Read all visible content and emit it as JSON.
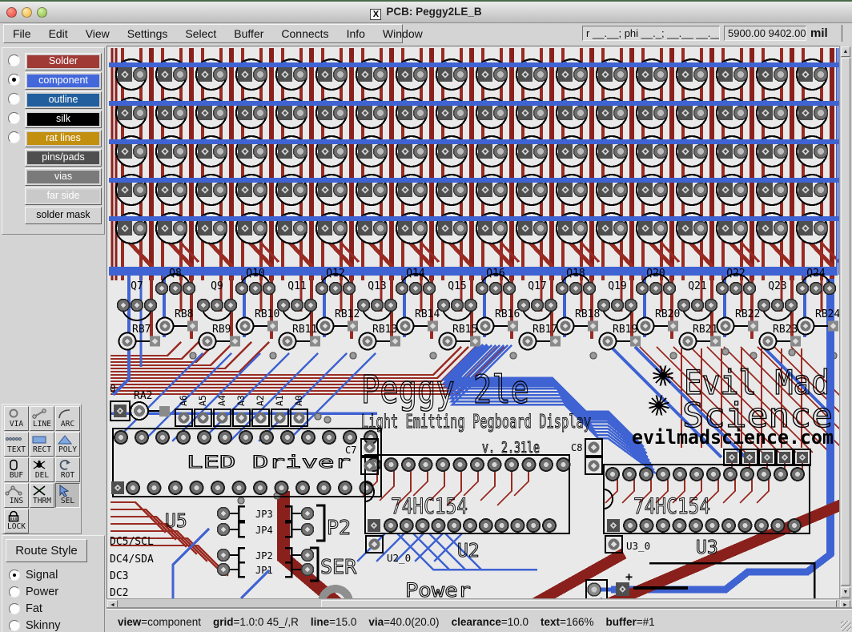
{
  "window": {
    "title": "PCB:  Peggy2LE_B",
    "title_icon": "X"
  },
  "menubar": {
    "menus": [
      "File",
      "Edit",
      "View",
      "Settings",
      "Select",
      "Buffer",
      "Connects",
      "Info",
      "Window"
    ],
    "position_readout": "r __.__; phi __._; __.__ __.__",
    "coords": "5900.00 9402.00",
    "units": "mil"
  },
  "layers": {
    "rows": [
      {
        "label": "Solder",
        "swatch": "#a03a36",
        "text": "#ffffff",
        "radio": true,
        "selected": false
      },
      {
        "label": "component",
        "swatch": "#4268dc",
        "text": "#ffffff",
        "radio": true,
        "selected": true
      },
      {
        "label": "outline",
        "swatch": "#215f9e",
        "text": "#ffffff",
        "radio": true,
        "selected": false
      },
      {
        "label": "silk",
        "swatch": "#000000",
        "text": "#ffffff",
        "radio": true,
        "selected": false
      },
      {
        "label": "rat lines",
        "swatch": "#c28f0e",
        "text": "#ffffff",
        "radio": true,
        "selected": false
      },
      {
        "label": "pins/pads",
        "swatch": "#4f4f4f",
        "text": "#ffffff",
        "radio": false,
        "selected": false
      },
      {
        "label": "vias",
        "swatch": "#7a7a7a",
        "text": "#ffffff",
        "radio": false,
        "selected": false
      },
      {
        "label": "far side",
        "swatch": "#c9c9c9",
        "text": "#ffffff",
        "radio": false,
        "selected": false
      },
      {
        "label": "solder mask",
        "swatch": null,
        "text": "#000000",
        "radio": false,
        "selected": false
      }
    ]
  },
  "tools": {
    "buttons": [
      {
        "label": "VIA",
        "icon": "via-icon"
      },
      {
        "label": "LINE",
        "icon": "line-icon"
      },
      {
        "label": "ARC",
        "icon": "arc-icon"
      },
      {
        "label": "TEXT",
        "icon": "text-icon"
      },
      {
        "label": "RECT",
        "icon": "rect-icon"
      },
      {
        "label": "POLY",
        "icon": "poly-icon"
      },
      {
        "label": "BUF",
        "icon": "buffer-icon"
      },
      {
        "label": "DEL",
        "icon": "delete-icon"
      },
      {
        "label": "ROT",
        "icon": "rotate-icon"
      },
      {
        "label": "INS",
        "icon": "insert-icon"
      },
      {
        "label": "THRM",
        "icon": "thermal-icon"
      },
      {
        "label": "SEL",
        "icon": "select-icon",
        "selected": true
      },
      {
        "label": "LOCK",
        "icon": "lock-icon"
      }
    ]
  },
  "route_style": {
    "title": "Route Style",
    "options": [
      {
        "label": "Signal",
        "selected": true
      },
      {
        "label": "Power",
        "selected": false
      },
      {
        "label": "Fat",
        "selected": false
      },
      {
        "label": "Skinny",
        "selected": false
      }
    ]
  },
  "statusbar": {
    "segments": [
      {
        "key": "view",
        "value": "=component"
      },
      {
        "key": "grid",
        "value": "=1.0:0 45_/,R"
      },
      {
        "key": "line",
        "value": "=15.0"
      },
      {
        "key": "via",
        "value": "=40.0(20.0)"
      },
      {
        "key": "clearance",
        "value": "=10.0"
      },
      {
        "key": "text",
        "value": "=166%"
      },
      {
        "key": "buffer",
        "value": "=#1"
      }
    ]
  },
  "pcb": {
    "silk": {
      "title": "Peggy 2le",
      "subtitle": "Light Emitting Pegboard Display",
      "version": "v. 2.31le",
      "brand1": "Evil Mad",
      "brand2": "Science",
      "url": "evilmadscience.com",
      "led_driver": "LED Driver",
      "decoder": "74HC154",
      "u2": "U2",
      "u3": "U3",
      "u5": "U5",
      "u2_0": "U2_0",
      "u3_0": "U3_0",
      "ra2": "RA2",
      "c7": "C7",
      "c8": "C8",
      "p2": "P2",
      "ser": "SER",
      "power": "Power",
      "plus": "+",
      "zero": "0"
    },
    "q_top": [
      "Q8",
      "Q10",
      "Q12",
      "Q14",
      "Q16",
      "Q18",
      "Q20",
      "Q22",
      "Q24"
    ],
    "q_bottom": [
      "Q7",
      "Q9",
      "Q11",
      "Q13",
      "Q15",
      "Q17",
      "Q19",
      "Q21",
      "Q23"
    ],
    "rb_top": [
      "RB8",
      "RB10",
      "RB12",
      "RB14",
      "RB16",
      "RB18",
      "RB20",
      "RB22",
      "RB24"
    ],
    "rb_bottom": [
      "RB7",
      "RB9",
      "RB11",
      "RB13",
      "RB15",
      "RB17",
      "RB19",
      "RB21",
      "RB23"
    ],
    "addr": [
      "A6",
      "A5",
      "A4",
      "A3",
      "A2",
      "A1",
      "A0"
    ],
    "jumpers": [
      "JP3",
      "JP4",
      "JP2",
      "JP1"
    ],
    "dc": [
      "DC5/SCL",
      "DC4/SDA",
      "DC3",
      "DC2"
    ],
    "colors": {
      "board": "#e9e9e9",
      "red": "#9a2b22",
      "red_dark": "#8a201c",
      "blue": "#3f63d2",
      "pad_dark": "#4f4f4f",
      "pad_mid": "#6f6f6f",
      "pad_light": "#bcbcbc",
      "silk": "#000000"
    }
  }
}
